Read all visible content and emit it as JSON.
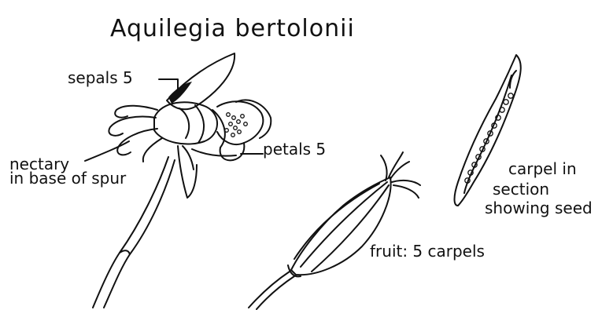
{
  "title": "Aquilegia bertolonii",
  "labels": {
    "sepals": "sepals 5",
    "petals": "petals 5",
    "nectary_line1": "nectary",
    "nectary_line2": "in base of spur",
    "carpel_line1": "carpel in",
    "carpel_line2": "section",
    "carpel_line3": "showing seed",
    "fruit": "fruit: 5 carpels"
  }
}
